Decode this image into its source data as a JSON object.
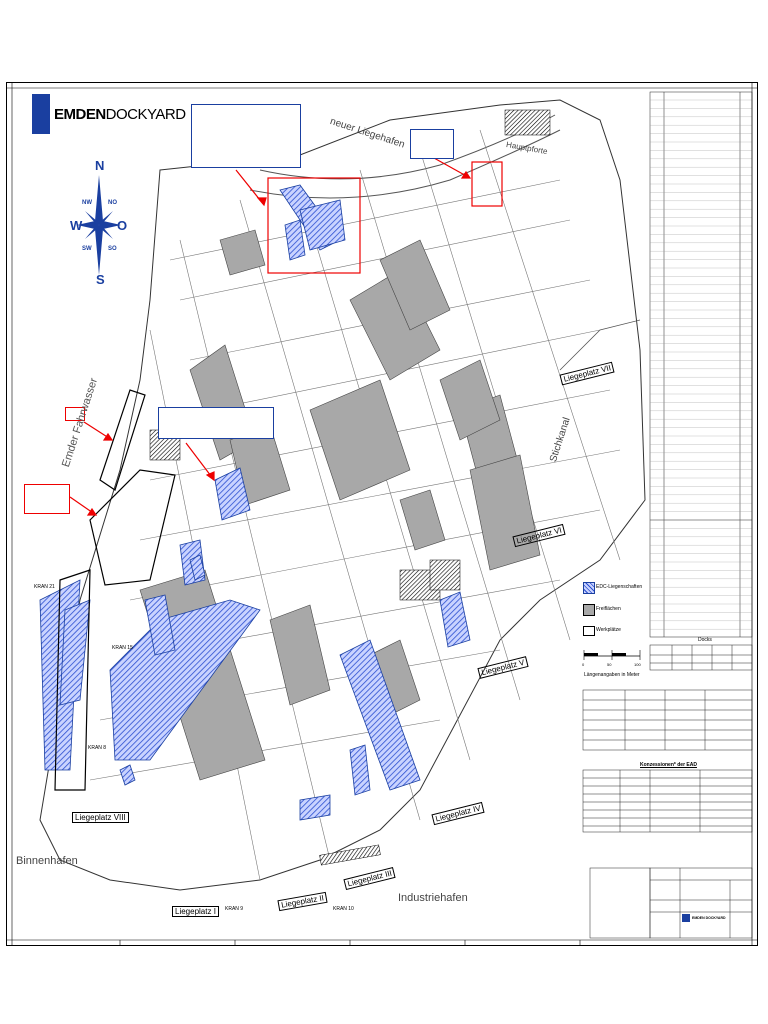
{
  "logo": {
    "brand_bold": "EMDEN",
    "brand_light": "DOCKYARD"
  },
  "compass": {
    "n": "N",
    "s": "S",
    "w": "W",
    "o": "O",
    "nw": "NW",
    "no": "NO",
    "sw": "SW",
    "so": "SO"
  },
  "places": {
    "neuer_liegehafen": "neuer Liegehafen",
    "hauptpforte": "Hauptpforte",
    "emder_fahrwasser": "Emder Fahrwasser",
    "binnenhafen": "Binnenhafen",
    "industriehafen": "Industriehafen",
    "stichkanal": "Stichkanal",
    "liegeplatz_vii": "Liegeplatz VII",
    "liegeplatz_vi": "Liegeplatz VI",
    "liegeplatz_v": "Liegeplatz V",
    "liegeplatz_iv": "Liegeplatz IV",
    "liegeplatz_iii": "Liegeplatz III",
    "liegeplatz_ii": "Liegeplatz II",
    "liegeplatz_i": "Liegeplatz I",
    "liegeplatz_viii": "Liegeplatz VIII",
    "kran_21": "KRAN 21",
    "kran_15": "KRAN 15",
    "kran_8": "KRAN 8",
    "kran_9": "KRAN 9",
    "kran_10": "KRAN 10"
  },
  "legend": {
    "edc_flaechen": "EDC-Liegenschaften",
    "freiflaechen": "Freiflächen",
    "werkplaetze": "Werkplätze"
  },
  "scale": {
    "title": "Docks",
    "label": "Längenangaben in Meter",
    "ticks": [
      "0",
      "50",
      "100"
    ]
  },
  "tables": {
    "konzession_title": "Konzessionen* der EAD",
    "footer_title": "EMDEN DOCKYARD"
  },
  "colors": {
    "edc_blue": "#1a3fa0",
    "hatch": "#2b4fd0",
    "grey": "#a8a8a8",
    "accent_red": "#e00000"
  }
}
